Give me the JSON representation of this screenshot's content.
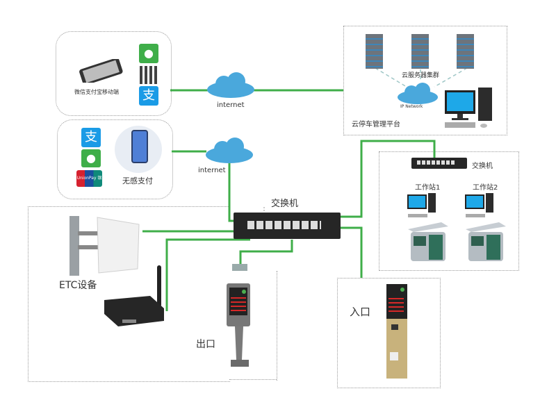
{
  "colors": {
    "link": "#3fae49",
    "cloud": "#4aa8dc",
    "box_border": "#9a9a9a"
  },
  "mobile_pay": {
    "label": "微信支付宝移动端",
    "icons": [
      "wechat-icon",
      "qr-code-icon",
      "alipay-icon"
    ]
  },
  "senseless_pay": {
    "label": "无感支付",
    "icons": [
      "alipay-icon",
      "wechat-icon",
      "unionpay-icon"
    ],
    "unionpay_text": "UnionPay 银联"
  },
  "internet1": {
    "label": "internet"
  },
  "internet2": {
    "label": "internet"
  },
  "cloud_platform": {
    "title": "云停车管理平台",
    "servers_label": "云服务器集群",
    "network_label": "IP Network"
  },
  "main_switch": {
    "label": "交换机"
  },
  "workstations": {
    "switch_label": "交换机",
    "station1": "工作站1",
    "station2": "工作站2"
  },
  "etc": {
    "label": "ETC设备"
  },
  "exit": {
    "label": "出口"
  },
  "entrance": {
    "label": "入口"
  }
}
